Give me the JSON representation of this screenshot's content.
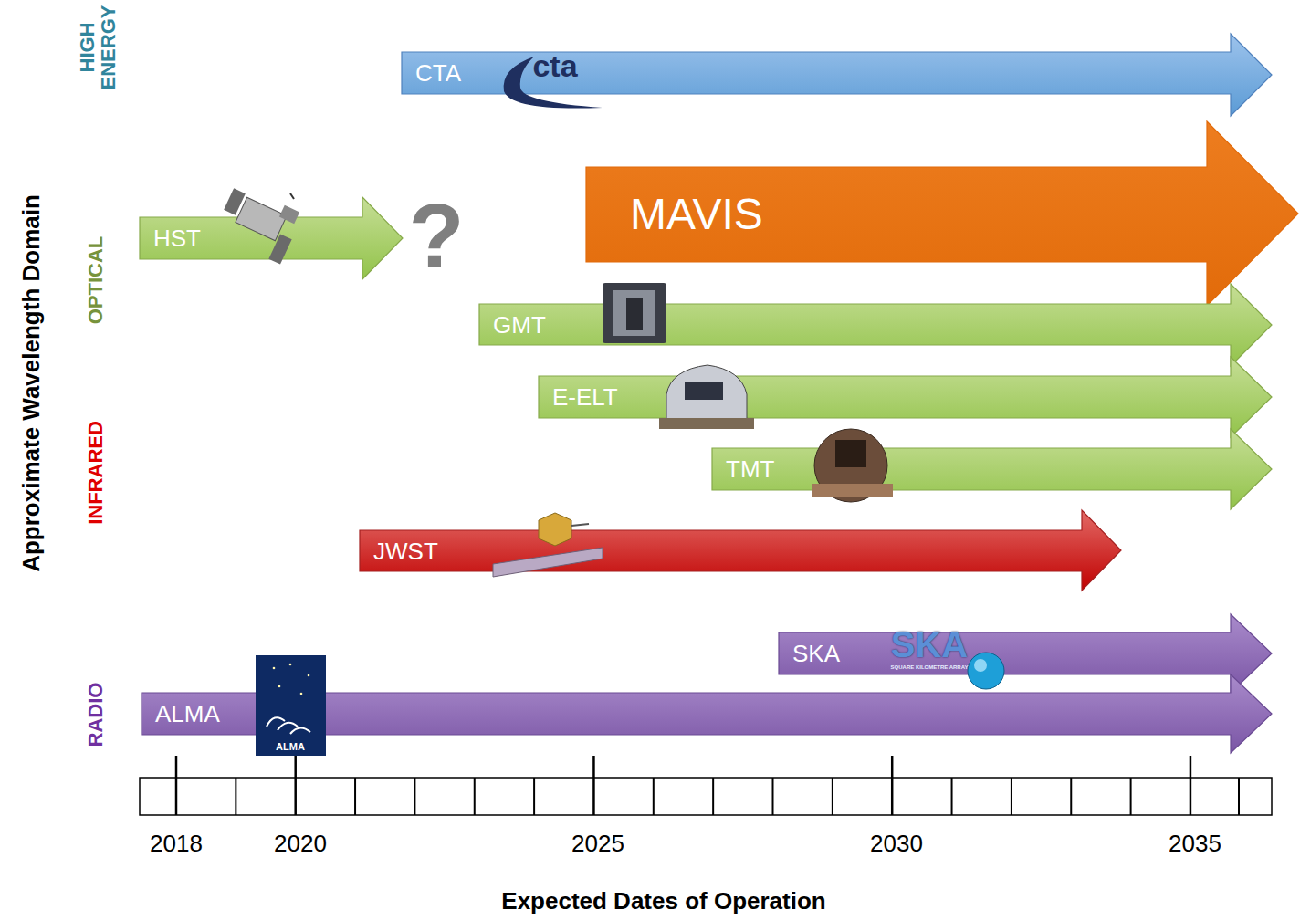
{
  "diagram": {
    "nodes": [
      {
        "text": [
          "CTA"
        ]
      },
      {
        "text": [
          "HST"
        ]
      },
      {
        "text": [
          "MAVIS"
        ]
      },
      {
        "text": [
          "GMT"
        ]
      },
      {
        "text": [
          "E-ELT"
        ]
      },
      {
        "text": [
          "TMT"
        ]
      },
      {
        "text": [
          "JWST"
        ]
      },
      {
        "text": [
          "SKA"
        ]
      },
      {
        "text": [
          "ALMA"
        ]
      }
    ],
    "labels": [
      "?",
      "cta",
      "SKA",
      "SQUARE KILOMETRE ARRAY",
      "ALMA",
      "HIGH ENERGY",
      "OPTICAL",
      "INFRARED",
      "RADIO",
      "Approximate Wavelength Domain",
      "2018",
      "2020",
      "2025",
      "2030",
      "2035",
      "Expected Dates of Operation"
    ]
  }
}
